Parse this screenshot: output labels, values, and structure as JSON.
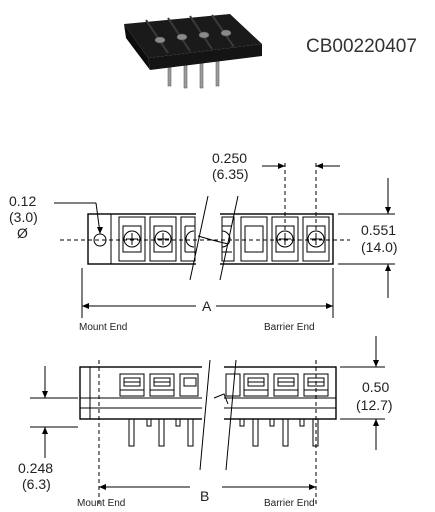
{
  "part_number": "CB00220407",
  "top_view": {
    "hole_dia_in": "0.12",
    "hole_dia_mm": "(3.0)",
    "hole_symbol": "Ø",
    "pitch_in": "0.250",
    "pitch_mm": "(6.35)",
    "height_in": "0.551",
    "height_mm": "(14.0)",
    "length_label": "A",
    "mount_end": "Mount End",
    "barrier_end": "Barrier End"
  },
  "side_view": {
    "pin_len_in": "0.248",
    "pin_len_mm": "(6.3)",
    "height_in": "0.50",
    "height_mm": "(12.7)",
    "length_label": "B",
    "mount_end": "Mount End",
    "barrier_end": "Barrier End"
  }
}
